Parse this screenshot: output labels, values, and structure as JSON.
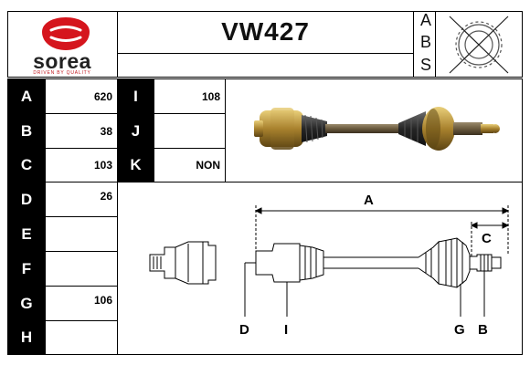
{
  "brand": {
    "name": "sorea",
    "tagline": "DRIVEN BY QUALITY",
    "color": "#d5151d"
  },
  "part_number": "VW427",
  "abs_letters": [
    "A",
    "B",
    "S"
  ],
  "specs_left": [
    {
      "label": "A",
      "value": "620"
    },
    {
      "label": "B",
      "value": "38"
    },
    {
      "label": "C",
      "value": "103"
    },
    {
      "label": "D",
      "value": "26"
    },
    {
      "label": "E",
      "value": ""
    },
    {
      "label": "F",
      "value": ""
    },
    {
      "label": "G",
      "value": "106"
    },
    {
      "label": "H",
      "value": ""
    }
  ],
  "specs_right": [
    {
      "label": "I",
      "value": "108"
    },
    {
      "label": "J",
      "value": ""
    },
    {
      "label": "K",
      "value": "NON"
    }
  ],
  "diagram": {
    "labels": {
      "A": "A",
      "B": "B",
      "C": "C",
      "D": "D",
      "G": "G",
      "I": "I"
    }
  }
}
